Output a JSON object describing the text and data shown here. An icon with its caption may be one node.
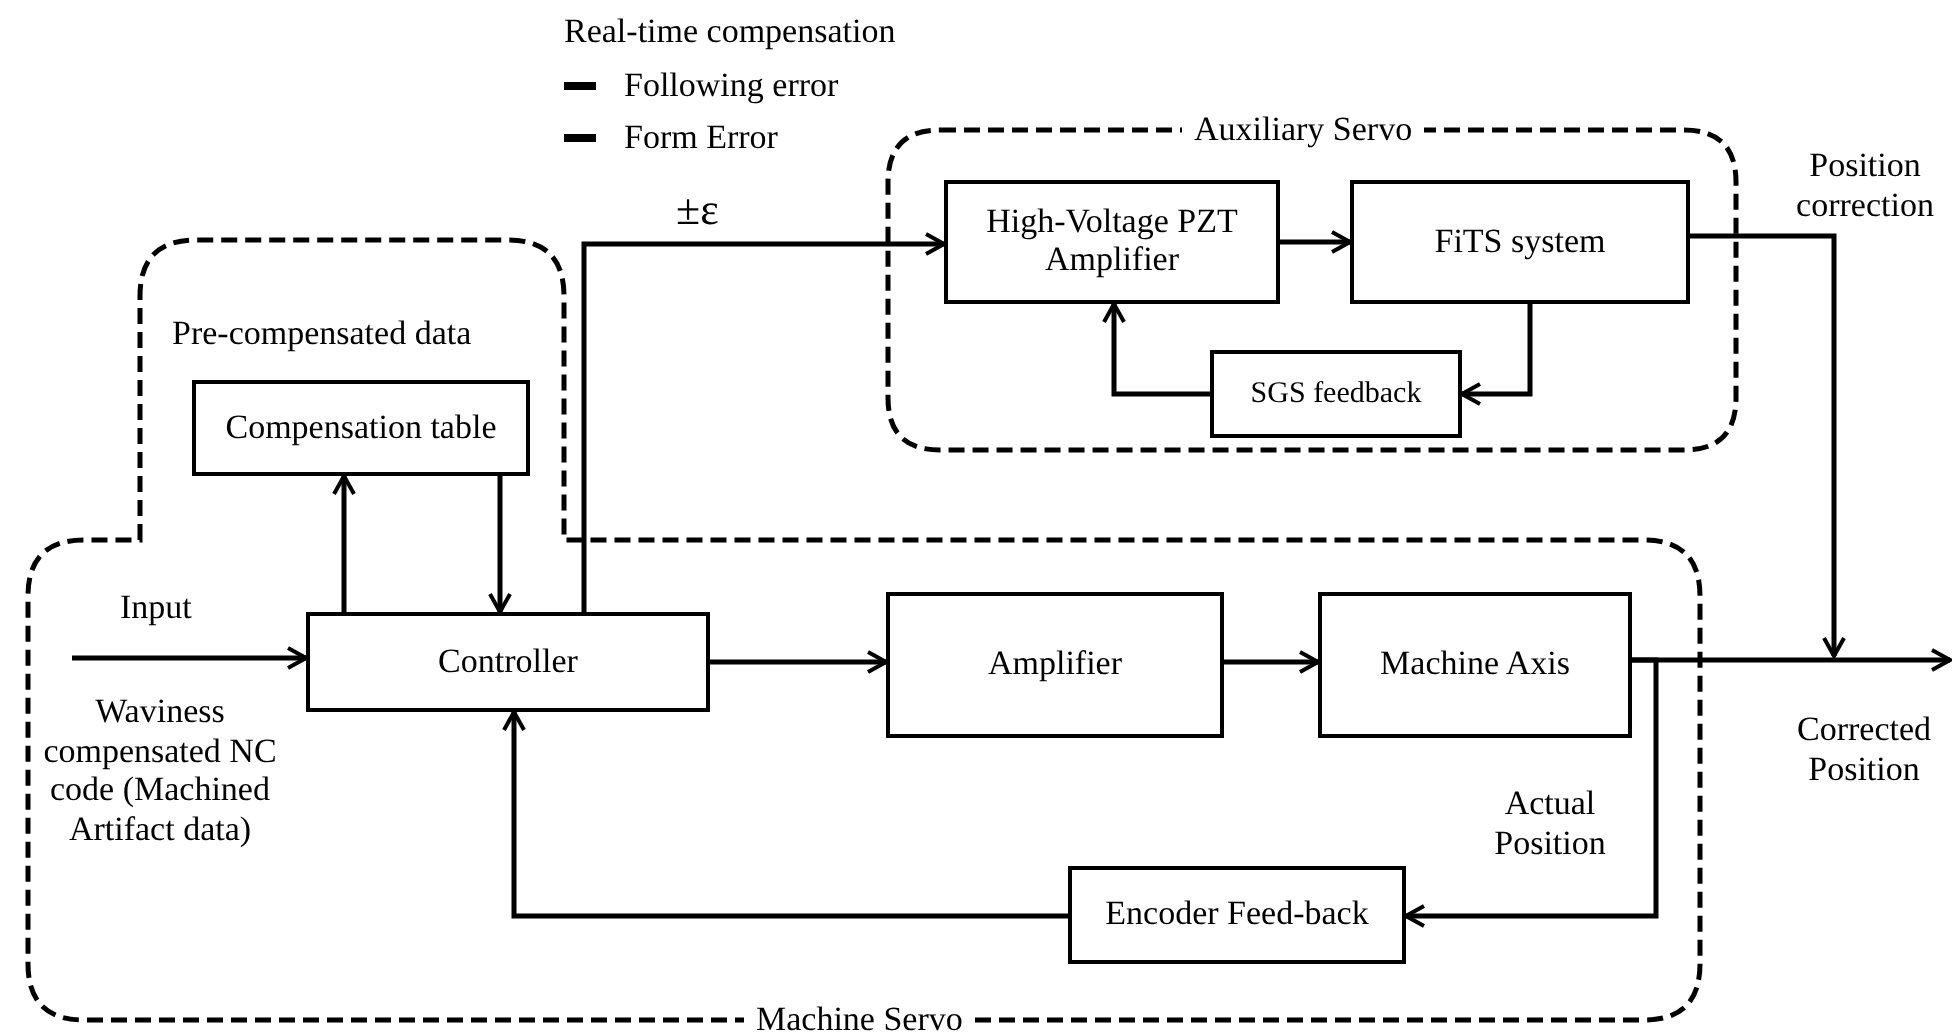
{
  "diagram": {
    "nodes": [
      {
        "text": [
          "Pre-compensated data",
          "Machine Servo"
        ]
      },
      {
        "text": [
          "Compensation table"
        ],
        "in": 0
      },
      {
        "text": [
          "Controller"
        ],
        "in": 0
      },
      {
        "text": [
          "Amplifier"
        ],
        "in": 0
      },
      {
        "text": [
          "Machine Axis"
        ],
        "in": 0
      },
      {
        "text": [
          "Encoder Feed-back"
        ],
        "in": 0
      },
      {
        "text": [
          "Auxiliary Servo"
        ]
      },
      {
        "text": [
          "High-Voltage PZT Amplifier"
        ],
        "in": 6
      },
      {
        "text": [
          "FiTS system"
        ],
        "in": 6
      },
      {
        "text": [
          "SGS feedback"
        ],
        "in": 6
      }
    ],
    "edges": [
      {
        "from": null,
        "to": 2,
        "arrow": "to",
        "label": "Input"
      },
      {
        "from": 2,
        "to": 1,
        "arrow": "to"
      },
      {
        "from": 1,
        "to": 2,
        "arrow": "to"
      },
      {
        "from": 2,
        "to": 7,
        "arrow": "to",
        "label": "±ε"
      },
      {
        "from": 2,
        "to": 3,
        "arrow": "to"
      },
      {
        "from": 3,
        "to": 4,
        "arrow": "to"
      },
      {
        "from": 4,
        "to": null,
        "arrow": "to",
        "label": "Corrected Position"
      },
      {
        "from": 4,
        "to": 5,
        "arrow": "to",
        "label": "Actual Position"
      },
      {
        "from": 5,
        "to": 2,
        "arrow": "to"
      },
      {
        "from": 7,
        "to": 8,
        "arrow": "to"
      },
      {
        "from": 8,
        "to": 9,
        "arrow": "to"
      },
      {
        "from": 9,
        "to": 7,
        "arrow": "to"
      },
      {
        "from": 8,
        "to": null,
        "arrow": "to",
        "label": "Position correction"
      }
    ],
    "labels": [
      "Real-time compensation",
      "Waviness compensated NC code (Machined Artifact data)"
    ],
    "legend": [
      {
        "text": "Following error"
      },
      {
        "text": "Form Error"
      }
    ]
  }
}
